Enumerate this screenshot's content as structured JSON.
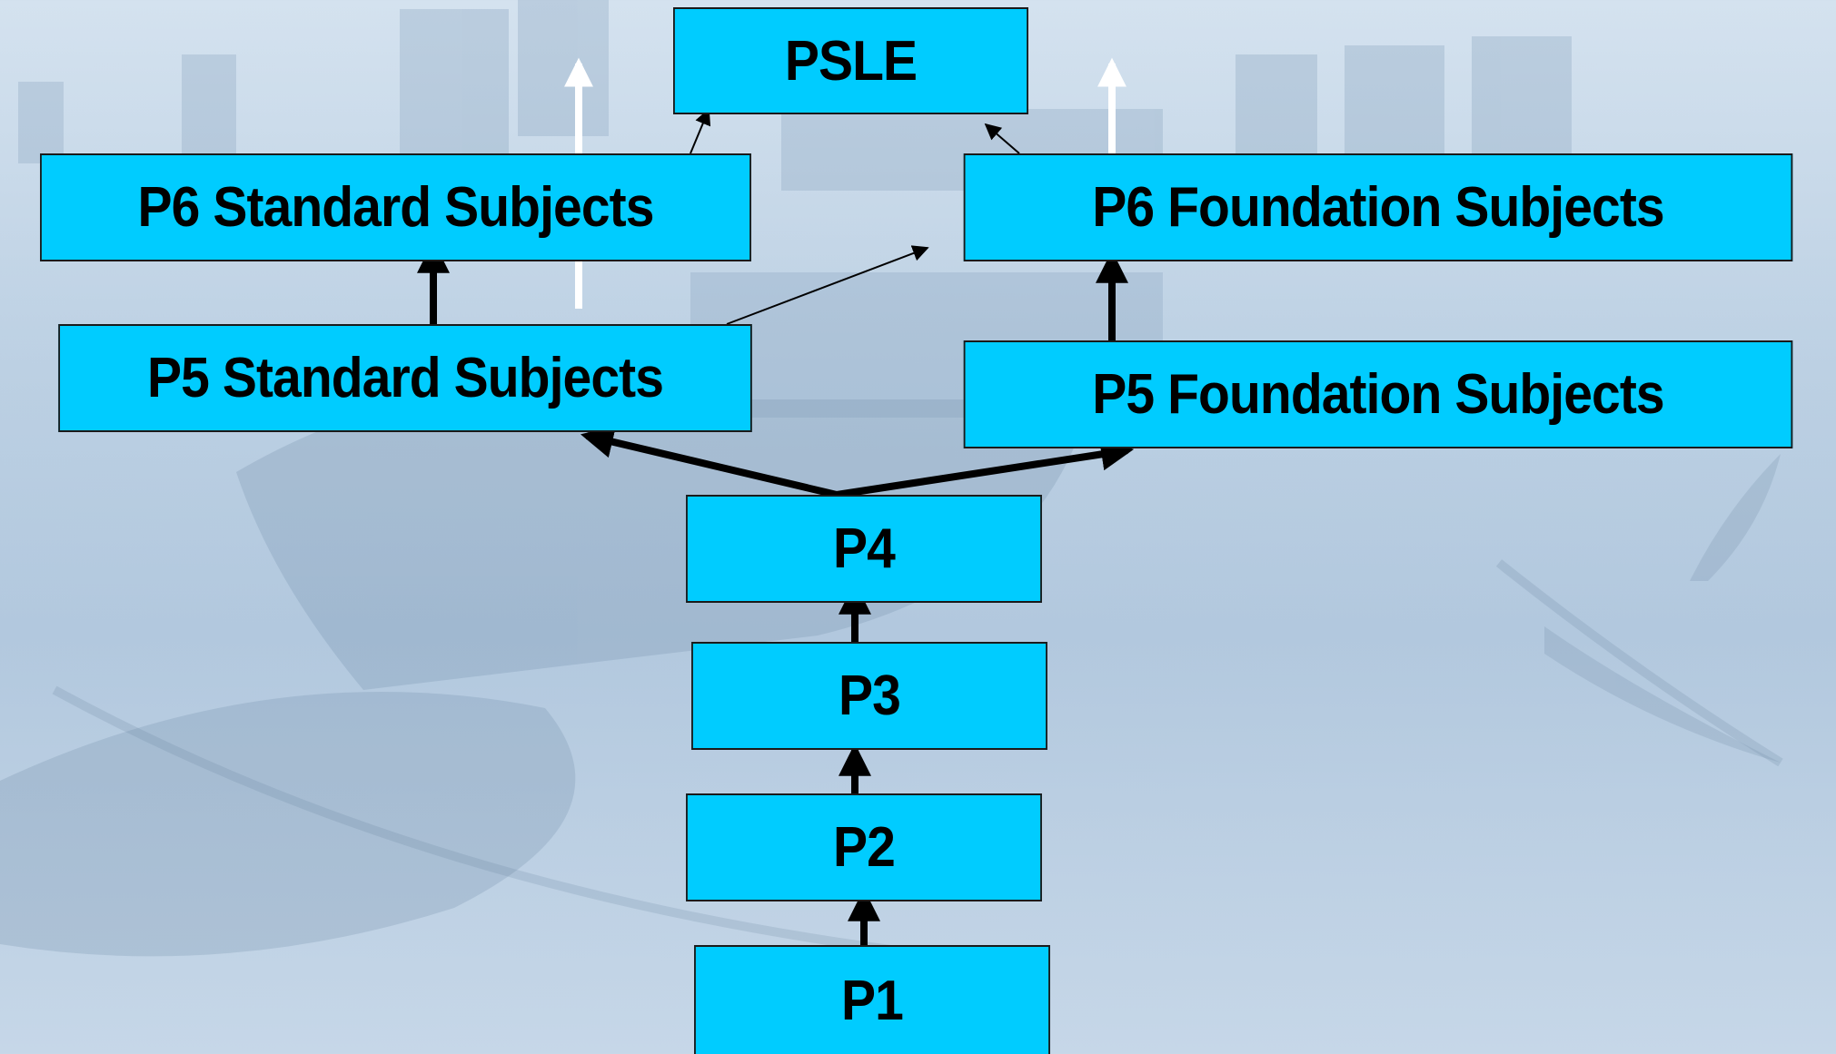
{
  "nodes": {
    "psle": "PSLE",
    "p6_standard": "P6 Standard Subjects",
    "p6_foundation": "P6 Foundation Subjects",
    "p5_standard": "P5 Standard Subjects",
    "p5_foundation": "P5 Foundation Subjects",
    "p4": "P4",
    "p3": "P3",
    "p2": "P2",
    "p1": "P1"
  },
  "edges": [
    {
      "from": "P1",
      "to": "P2"
    },
    {
      "from": "P2",
      "to": "P3"
    },
    {
      "from": "P3",
      "to": "P4"
    },
    {
      "from": "P4",
      "to": "P5 Standard Subjects"
    },
    {
      "from": "P4",
      "to": "P5 Foundation Subjects"
    },
    {
      "from": "P5 Standard Subjects",
      "to": "P6 Standard Subjects"
    },
    {
      "from": "P5 Standard Subjects",
      "to": "P6 Foundation Subjects"
    },
    {
      "from": "P5 Foundation Subjects",
      "to": "P6 Foundation Subjects"
    },
    {
      "from": "P6 Standard Subjects",
      "to": "PSLE"
    },
    {
      "from": "P6 Foundation Subjects",
      "to": "PSLE"
    }
  ],
  "colors": {
    "node_fill": "#00ccff",
    "node_border": "#1a1a1a",
    "arrow": "#000000",
    "background": "#c2d4e6"
  }
}
